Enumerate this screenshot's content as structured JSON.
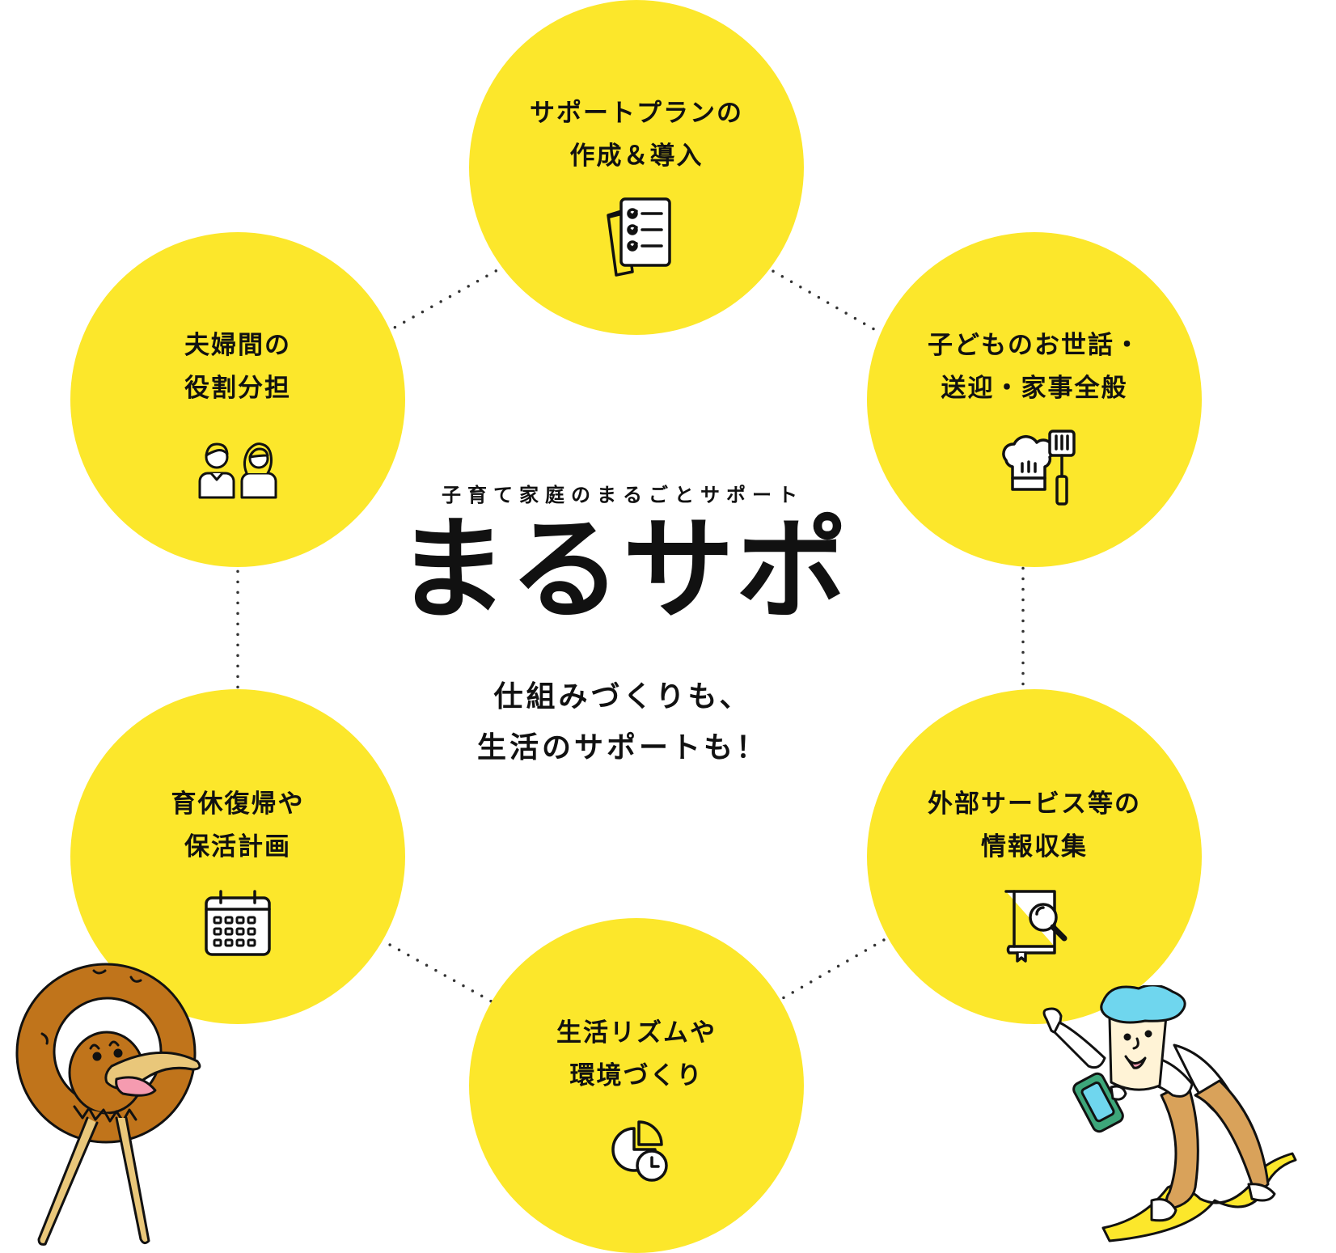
{
  "colors": {
    "circle_fill": "#FCE72B",
    "ink": "#111111",
    "dots": "#333333",
    "kiwi_brown": "#C0741B",
    "runner_hair": "#6FD6EE",
    "runner_pants": "#D9A25A"
  },
  "center": {
    "tagline": "子育て家庭のまるごとサポート",
    "title": "まるサポ",
    "catch_lines": [
      "仕組みづくりも、",
      "生活のサポートも！"
    ]
  },
  "nodes": [
    {
      "lines": [
        "サポートプランの",
        "作成＆導入"
      ],
      "icon": "checklist-icon"
    },
    {
      "lines": [
        "子どものお世話・",
        "送迎・家事全般"
      ],
      "icon": "chef-hat-spatula-icon"
    },
    {
      "lines": [
        "外部サービス等の",
        "情報収集"
      ],
      "icon": "book-search-icon"
    },
    {
      "lines": [
        "生活リズムや",
        "環境づくり"
      ],
      "icon": "pie-chart-clock-icon"
    },
    {
      "lines": [
        "育休復帰や",
        "保活計画"
      ],
      "icon": "calendar-icon"
    },
    {
      "lines": [
        "夫婦間の",
        "役割分担"
      ],
      "icon": "couple-icon"
    }
  ]
}
